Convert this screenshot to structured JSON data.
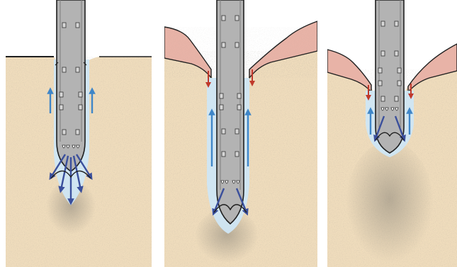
{
  "diagram": {
    "panels": [
      {
        "id": "stage-1",
        "ground": "flat",
        "cave_in": false,
        "jet_direction": "downward"
      },
      {
        "id": "stage-2",
        "ground": "cratered",
        "cave_in": true,
        "jet_direction": "downward"
      },
      {
        "id": "stage-3",
        "ground": "cratered",
        "cave_in": true,
        "jet_direction": "downward"
      }
    ],
    "colors": {
      "soil": "#efdcbc",
      "soil_shade": "#e2c9a2",
      "water": "#cfe6f4",
      "tool": "#b3b3b3",
      "tool_dark": "#7e7e7e",
      "outline": "#1f1f1f",
      "flow_up": "#3f86c8",
      "flow_down": "#3a4f9c",
      "dislodged_soil": "#e8b3a7",
      "cave_in_arrow": "#c0392b",
      "gap": "#ffffff"
    }
  }
}
